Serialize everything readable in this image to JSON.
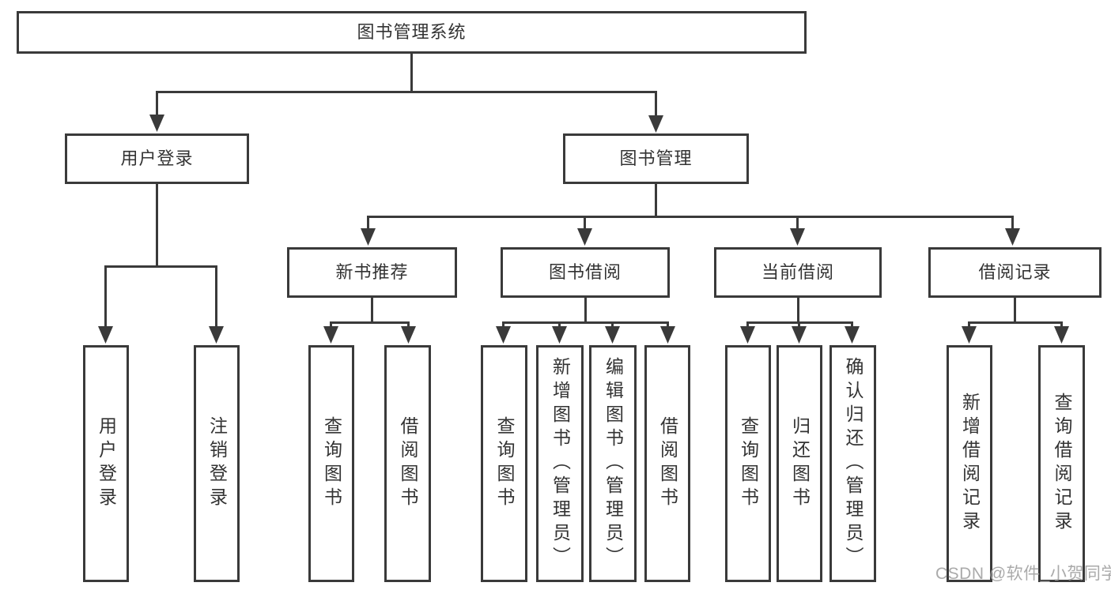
{
  "tree": {
    "label": "图书管理系统",
    "children": [
      {
        "label": "用户登录",
        "children": [
          {
            "label": "用户登录"
          },
          {
            "label": "注销登录"
          }
        ]
      },
      {
        "label": "图书管理",
        "children": [
          {
            "label": "新书推荐",
            "children": [
              {
                "label": "查询图书"
              },
              {
                "label": "借阅图书"
              }
            ]
          },
          {
            "label": "图书借阅",
            "children": [
              {
                "label": "查询图书"
              },
              {
                "label": "新增图书（管理员）"
              },
              {
                "label": "编辑图书（管理员）"
              },
              {
                "label": "借阅图书"
              }
            ]
          },
          {
            "label": "当前借阅",
            "children": [
              {
                "label": "查询图书"
              },
              {
                "label": "归还图书"
              },
              {
                "label": "确认归还（管理员）"
              }
            ]
          },
          {
            "label": "借阅记录",
            "children": [
              {
                "label": "新增借阅记录"
              },
              {
                "label": "查询借阅记录"
              }
            ]
          }
        ]
      }
    ]
  },
  "watermark": {
    "text": "CSDN @软件_小贺同学"
  },
  "colors": {
    "line": "#3a3a3a",
    "text": "#333333",
    "background": "#ffffff",
    "watermark": "#a6a6a6"
  }
}
